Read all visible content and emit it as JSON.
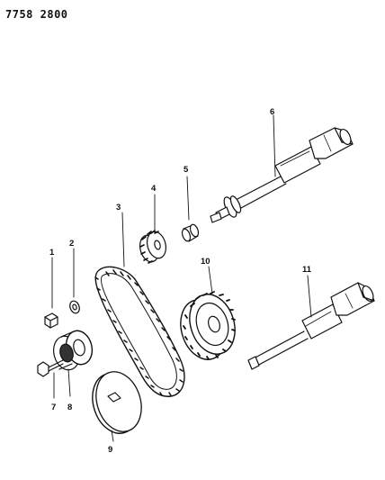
{
  "document_number": "7758 2800",
  "callouts": {
    "c1": "1",
    "c2": "2",
    "c3": "3",
    "c4": "4",
    "c5": "5",
    "c6": "6",
    "c7": "7",
    "c8": "8",
    "c9": "9",
    "c10": "10",
    "c11": "11"
  },
  "colors": {
    "ink": "#111111",
    "paper": "#ffffff"
  }
}
